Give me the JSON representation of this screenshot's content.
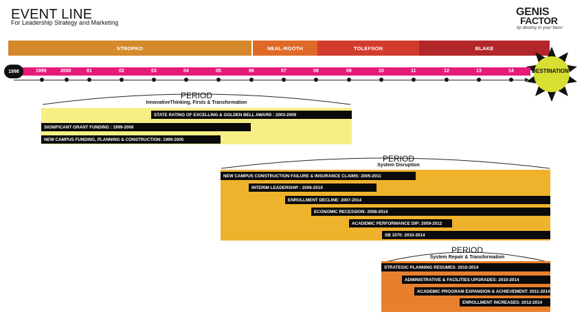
{
  "header": {
    "title": "EVENT LINE",
    "subtitle": "For Leadership Strategy and  Marketing"
  },
  "logo": {
    "line1": "GENIS",
    "line2": "FACTOR",
    "tagline": "tip destiny in your favor"
  },
  "leaders": [
    {
      "name": "STROPKO",
      "color": "#d4892a"
    },
    {
      "name": "NEAL-ROOTH",
      "color": "#df6a28"
    },
    {
      "name": "TOLEFSON",
      "color": "#d23c2e"
    },
    {
      "name": "BLAKE",
      "color": "#b3262a"
    }
  ],
  "timeline": {
    "start_label": "1998",
    "tick_labels": [
      "1999",
      "2000",
      "01",
      "02",
      "03",
      "04",
      "05",
      "06",
      "07",
      "08",
      "09",
      "10",
      "11",
      "12",
      "13",
      "14"
    ],
    "destination": "DESTINATION",
    "bar_color": "#e51b7a",
    "destination_color": "#d6df32"
  },
  "periods": [
    {
      "title": "PERIOD",
      "subtitle": "InnovativeThinking, Firsts & Transformation",
      "panel_color": "#f6ef86",
      "events": [
        "STATE RATING OF EXCELLING & GOLDEN BELL AWARD : 2003-2009",
        "SIGNIFICANT GRANT FUNDING : 1999-2006",
        "NEW CAMPUS FUNDING, PLANNING & CONSTRUCTION: 1999-2005"
      ]
    },
    {
      "title": "PERIOD",
      "subtitle": "System Disruption",
      "panel_color": "#efb22d",
      "events": [
        "NEW CAMPUS CONSTRUCTION FAILURE & INSURANCE CLAIMS: 2005-2011",
        "INTERIM LEADERSHIP : 2006-2010",
        "ENROLLMENT DECLINE: 2007-2014",
        "ECONOMIC RECESSION: 2008-2014",
        "ACADEMIC PERFORMANCE DIP: 2009-2012",
        "SB 1070: 2010-2014"
      ]
    },
    {
      "title": "PERIOD",
      "subtitle": "System Repair & Transformation",
      "panel_color": "#e87f2c",
      "events": [
        "STRATEGIC PLANNING RESUMES: 2010-2014",
        "ADMINISTRATIVE & FACILITIES UPGRADES: 2010-2014",
        "ACADEMIC PROGRAM EXPANSION & ACHIEVEMENT: 2011-2014",
        "ENROLLMENT INCREASES: 2012-2014"
      ]
    }
  ]
}
